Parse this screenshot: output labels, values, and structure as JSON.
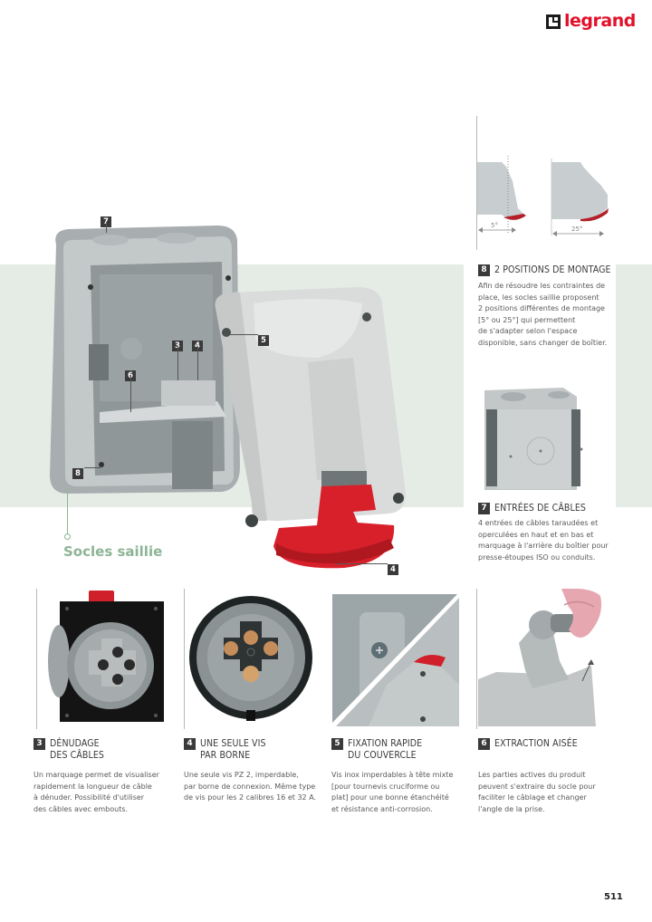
{
  "header": {
    "brand": "legrand",
    "brand_color": "#e3102a"
  },
  "section": {
    "title": "Socles saillie",
    "accent_color": "#8db595"
  },
  "main_image": {
    "callouts": [
      "7",
      "3",
      "4",
      "6",
      "5",
      "8",
      "4"
    ]
  },
  "mounting_diagram": {
    "angle_left": "5°",
    "angle_right": "25°"
  },
  "features": [
    {
      "number": "8",
      "title": "2 POSITIONS DE MONTAGE",
      "body_lines": [
        "Afin de résoudre les contraintes de",
        "place, les socles saillie proposent",
        "2 positions différentes de montage",
        "[5° ou 25°] qui permettent",
        "de s'adapter selon l'espace",
        "disponible, sans changer de boîtier."
      ]
    },
    {
      "number": "7",
      "title": "ENTRÉES DE CÂBLES",
      "body_lines": [
        "4 entrées de câbles taraudées et",
        "operculées en haut et en bas et",
        "marquage à l'arrière du boîtier pour",
        "presse-étoupes ISO ou conduits."
      ]
    },
    {
      "number": "3",
      "title_lines": [
        "DÉNUDAGE",
        "DES CÂBLES"
      ],
      "body_lines": [
        "Un marquage permet de visualiser",
        "rapidement la longueur de câble",
        "à dénuder. Possibilité d'utiliser",
        "des câbles avec embouts."
      ]
    },
    {
      "number": "4",
      "title_lines": [
        "UNE SEULE VIS",
        "PAR BORNE"
      ],
      "body_lines": [
        "Une seule vis PZ 2, imperdable,",
        "par borne de connexion. Même type",
        "de vis pour les 2 calibres 16 et 32 A."
      ]
    },
    {
      "number": "5",
      "title_lines": [
        "FIXATION RAPIDE",
        "DU COUVERCLE"
      ],
      "body_lines": [
        "Vis inox imperdables à tête mixte",
        "[pour tournevis cruciforme ou",
        "plat] pour une bonne étanchéité",
        "et résistance anti-corrosion."
      ]
    },
    {
      "number": "6",
      "title_lines": [
        "EXTRACTION AISÉE"
      ],
      "body_lines": [
        "Les parties actives du produit",
        "peuvent s'extraire du socle pour",
        "faciliter le câblage et changer",
        "l'angle de la prise."
      ]
    }
  ],
  "footer": {
    "page_number": "511"
  }
}
